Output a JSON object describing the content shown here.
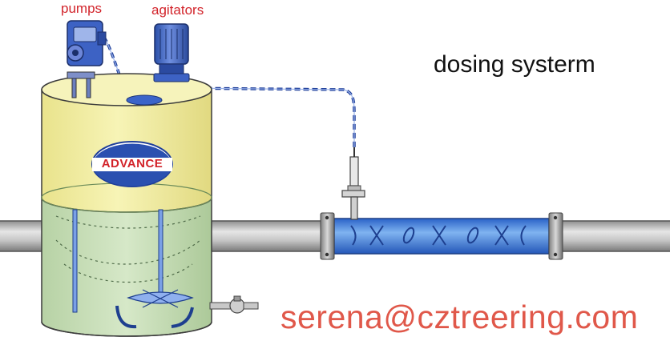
{
  "labels": {
    "pumps": "pumps",
    "agitators": "agitators",
    "title": "dosing systerm",
    "email": "serena@cztreering.com"
  },
  "tank": {
    "brand": "ADVANCE"
  },
  "colors": {
    "label_red": "#d2232a",
    "email_red": "#e0584a",
    "tank_yellow": "#f4f1a5",
    "liquid_green": "#cfe3c0",
    "pipe_grey": "#c9c9c9",
    "dosing_blue": "#2e6fd6",
    "pump_blue": "#3d62c4"
  },
  "icons": [
    "dosing-pump-icon",
    "agitator-motor-icon",
    "static-mixer-icon",
    "drain-valve-icon"
  ]
}
